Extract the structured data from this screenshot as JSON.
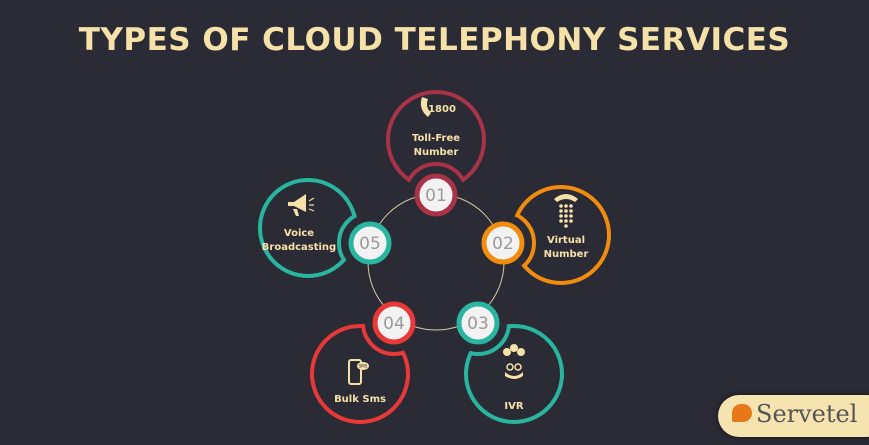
{
  "title": "TYPES OF CLOUD TELEPHONY SERVICES",
  "colors": {
    "background": "#2b2b36",
    "text": "#f6e1a8",
    "maroon": "#a83246",
    "orange": "#f28c0f",
    "teal": "#2ab5a0",
    "red": "#e83838"
  },
  "services": [
    {
      "number": "01",
      "label_lines": [
        "Toll-Free",
        "Number"
      ],
      "icon": "toll-free-phone-icon",
      "icon_text": "1800",
      "color": "#a83246"
    },
    {
      "number": "02",
      "label_lines": [
        "Virtual",
        "Number"
      ],
      "icon": "telephone-keypad-icon",
      "color": "#f28c0f"
    },
    {
      "number": "03",
      "label_lines": [
        "IVR"
      ],
      "icon": "ivr-icon",
      "color": "#2ab5a0"
    },
    {
      "number": "04",
      "label_lines": [
        "Bulk Sms"
      ],
      "icon": "sms-phone-icon",
      "icon_text": "SMS",
      "color": "#e83838"
    },
    {
      "number": "05",
      "label_lines": [
        "Voice",
        "Broadcasting"
      ],
      "icon": "megaphone-icon",
      "color": "#2ab5a0"
    }
  ],
  "logo": {
    "text": "Servetel"
  }
}
